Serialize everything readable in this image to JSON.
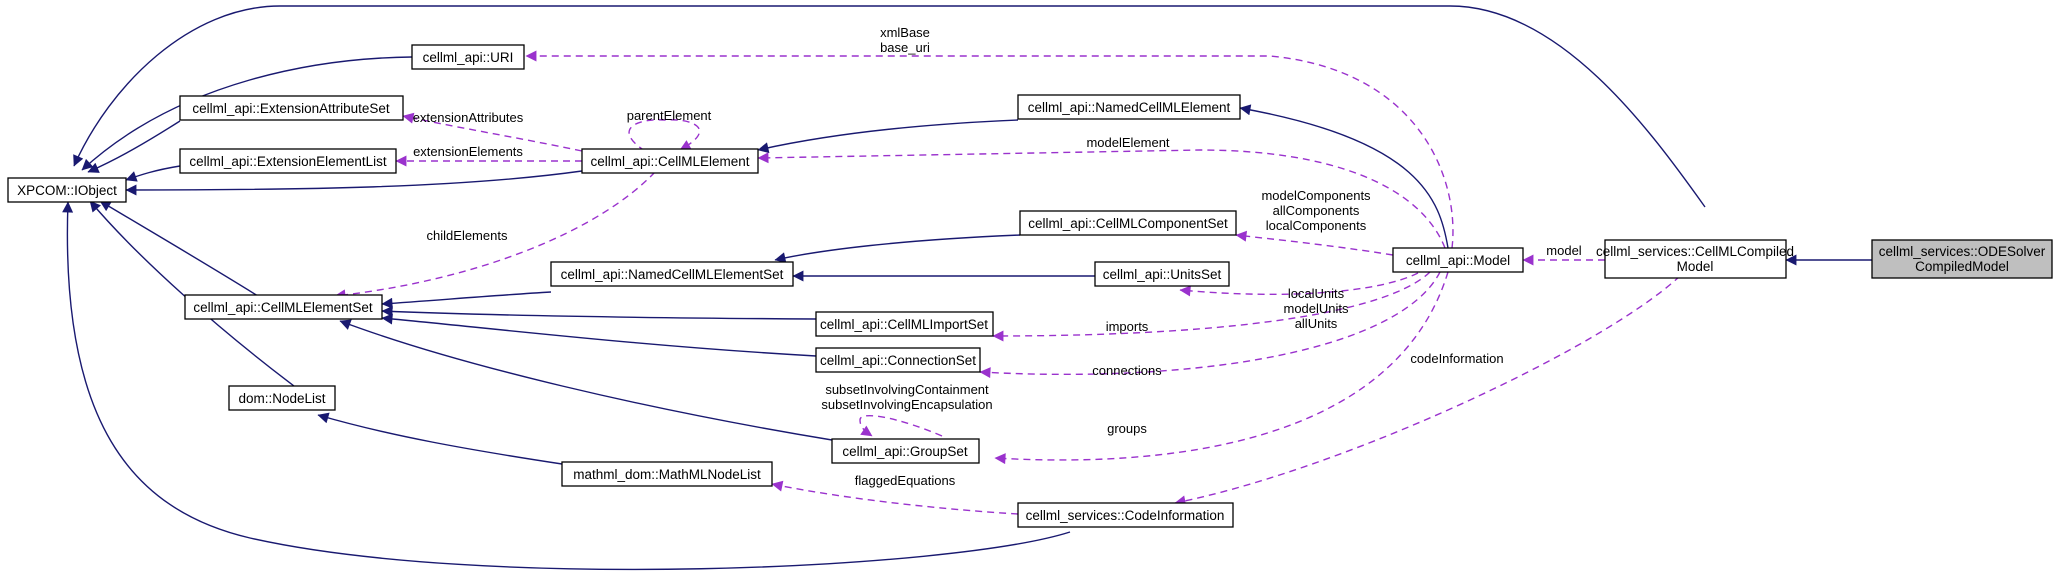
{
  "colors": {
    "inheritance": "#191970",
    "usage": "#9a32cd",
    "focus_fill": "#bfbfbf",
    "node_fill": "#ffffff",
    "border": "#000000"
  },
  "nodes": {
    "xpcom_iobject": "XPCOM::IObject",
    "uri": "cellml_api::URI",
    "ext_attr_set": "cellml_api::ExtensionAttributeSet",
    "ext_elem_list": "cellml_api::ExtensionElementList",
    "cellml_element": "cellml_api::CellMLElement",
    "named_cellml_element": "cellml_api::NamedCellMLElement",
    "cellml_element_set": "cellml_api::CellMLElementSet",
    "named_cellml_element_set": "cellml_api::NamedCellMLElementSet",
    "component_set": "cellml_api::CellMLComponentSet",
    "units_set": "cellml_api::UnitsSet",
    "import_set": "cellml_api::CellMLImportSet",
    "connection_set": "cellml_api::ConnectionSet",
    "group_set": "cellml_api::GroupSet",
    "dom_nodelist": "dom::NodeList",
    "mathml_nodelist": "mathml_dom::MathMLNodeList",
    "code_information": "cellml_services::CodeInformation",
    "model": "cellml_api::Model",
    "compiled_model": [
      "cellml_services::CellMLCompiled",
      "Model"
    ],
    "ode_solver": [
      "cellml_services::ODESolver",
      "CompiledModel"
    ]
  },
  "edge_labels": {
    "xml_base": "xmlBase",
    "base_uri": "base_uri",
    "extension_attributes": "extensionAttributes",
    "extension_elements": "extensionElements",
    "parent_element": "parentElement",
    "model_element": "modelElement",
    "child_elements": "childElements",
    "model_components": "modelComponents",
    "all_components": "allComponents",
    "local_components": "localComponents",
    "local_units": "localUnits",
    "model_units": "modelUnits",
    "all_units": "allUnits",
    "imports": "imports",
    "connections": "connections",
    "subset_containment": "subsetInvolvingContainment",
    "subset_encapsulation": "subsetInvolvingEncapsulation",
    "groups": "groups",
    "flagged_equations": "flaggedEquations",
    "code_information": "codeInformation",
    "model": "model"
  }
}
